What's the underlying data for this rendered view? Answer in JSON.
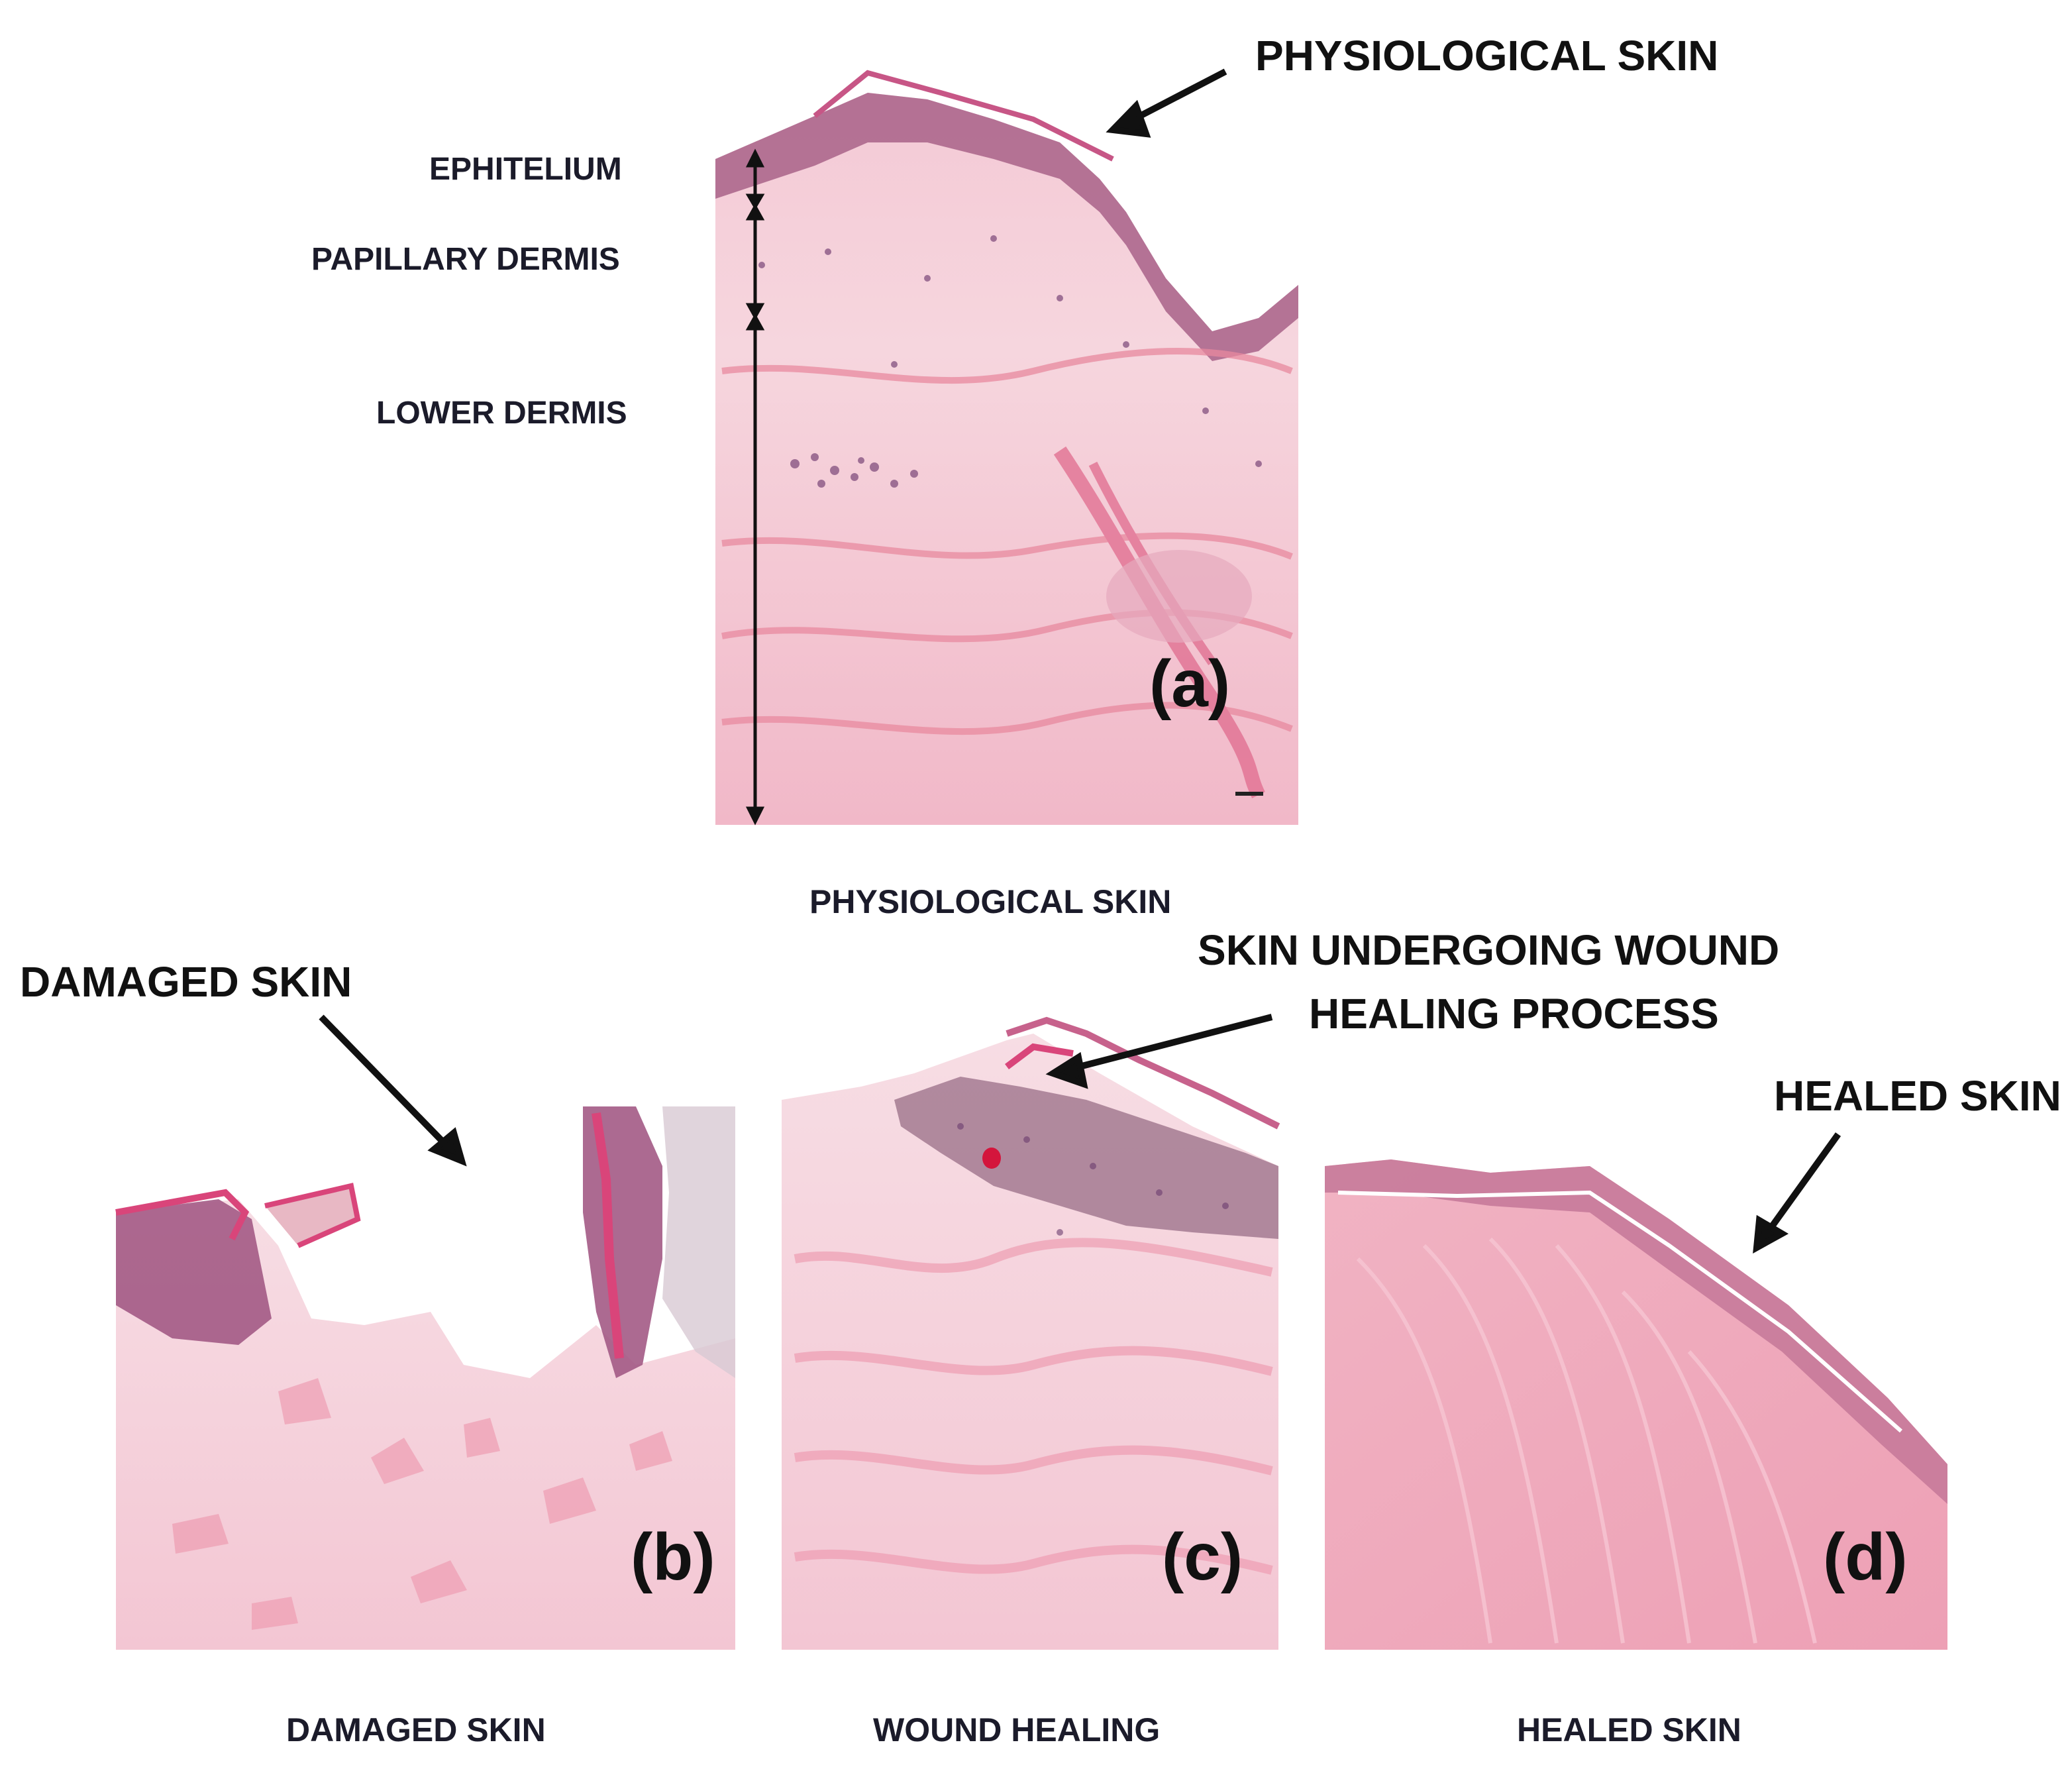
{
  "panels": {
    "a": {
      "letter": "(a)",
      "callout": "PHYSIOLOGICAL SKIN",
      "caption": "PHYSIOLOGICAL SKIN",
      "layers": [
        "EPHITELIUM",
        "PAPILLARY DERMIS",
        "LOWER DERMIS"
      ]
    },
    "b": {
      "letter": "(b)",
      "callout": "DAMAGED SKIN",
      "caption": "DAMAGED SKIN"
    },
    "c": {
      "letter": "(c)",
      "callout_line1": "SKIN UNDERGOING WOUND",
      "callout_line2": "HEALING PROCESS",
      "caption": "WOUND HEALING"
    },
    "d": {
      "letter": "(d)",
      "callout": "HEALED SKIN",
      "caption": "HEALED SKIN"
    }
  },
  "colors": {
    "tissue_light": "#f6d3dc",
    "tissue_mid": "#eeb0c0",
    "collagen": "#e98aa4",
    "epidermis": "#a0577f",
    "nuclei": "#6b3c6e",
    "background": "#ffffff"
  }
}
